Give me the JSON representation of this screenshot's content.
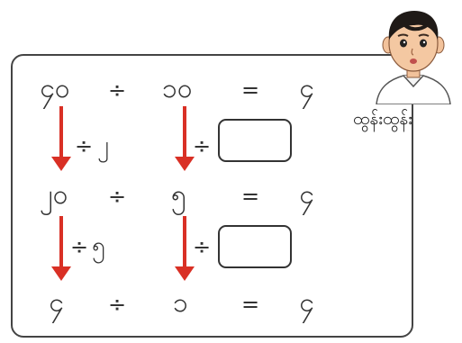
{
  "character": {
    "name": "ထွန်းထွန်း"
  },
  "rows": [
    {
      "a": "၄၀",
      "op": "÷",
      "b": "၁၀",
      "eq": "=",
      "result": "၄"
    },
    {
      "a": "၂၀",
      "op": "÷",
      "b": "၅",
      "eq": "=",
      "result": "၄"
    },
    {
      "a": "၄",
      "op": "÷",
      "b": "၁",
      "eq": "=",
      "result": "၄"
    }
  ],
  "steps": [
    {
      "left_op": "÷",
      "left_divisor": "၂",
      "right_op": "÷",
      "right_answer": ""
    },
    {
      "left_op": "÷",
      "left_divisor": "၅",
      "right_op": "÷",
      "right_answer": ""
    }
  ],
  "colors": {
    "arrow": "#d93025",
    "text": "#333333",
    "frame": "#444444"
  }
}
